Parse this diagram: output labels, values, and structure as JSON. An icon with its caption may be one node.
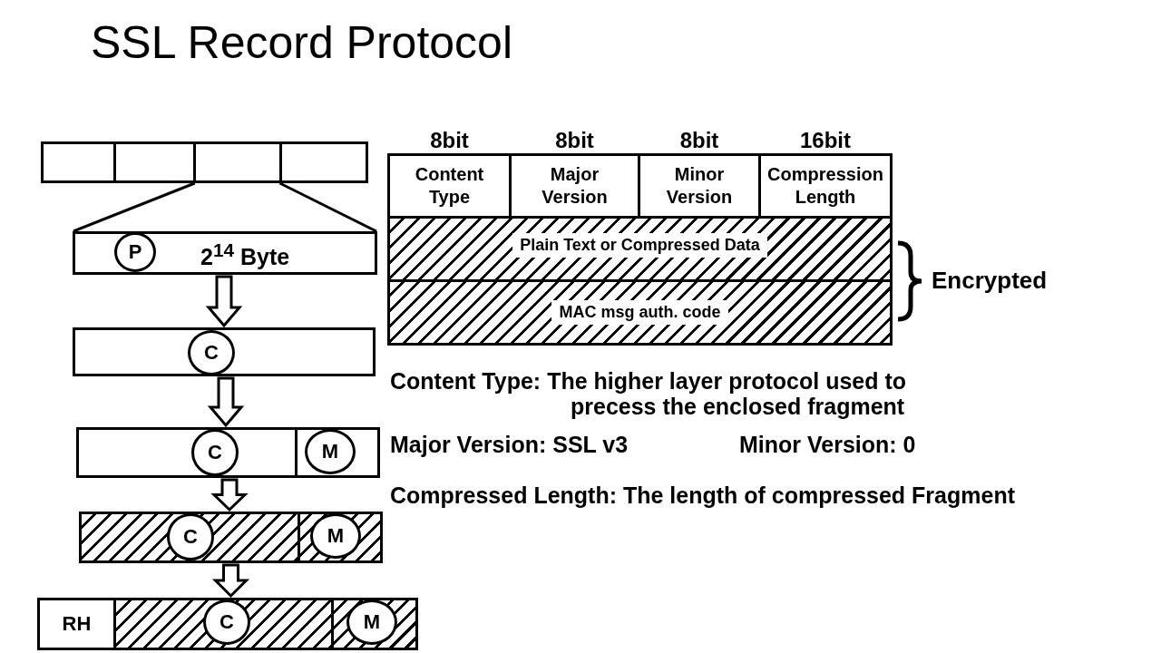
{
  "diagram": {
    "title": "SSL Record Protocol",
    "nodes": [
      {
        "text": [],
        "shape": "bar"
      },
      {
        "text": [
          "2$^{14}$ Byte"
        ]
      },
      {
        "text": [
          "P"
        ],
        "in": 1
      },
      {
        "text": [],
        "shape": "bar"
      },
      {
        "text": [
          "C"
        ],
        "in": 3
      },
      {
        "text": [],
        "shape": "bar"
      },
      {
        "text": [
          "C"
        ],
        "in": 5
      },
      {
        "text": [
          "M"
        ],
        "in": 5
      },
      {
        "text": [],
        "shape": "bar"
      },
      {
        "text": [
          "C"
        ],
        "in": 8
      },
      {
        "text": [
          "M"
        ],
        "in": 8
      },
      {
        "text": [],
        "shape": "bar"
      },
      {
        "text": [
          "RH"
        ],
        "in": 11
      },
      {
        "text": [
          "C"
        ],
        "in": 11
      },
      {
        "text": [
          "M"
        ],
        "in": 11
      },
      {
        "text": [],
        "shape": "box"
      },
      {
        "text": [
          "Content Type"
        ],
        "in": 15,
        "beside": [
          "8bit"
        ]
      },
      {
        "text": [
          "Major Version"
        ],
        "in": 15,
        "beside": [
          "8bit"
        ]
      },
      {
        "text": [
          "Minor Version"
        ],
        "in": 15,
        "beside": [
          "8bit"
        ]
      },
      {
        "text": [
          "Compression Length"
        ],
        "in": 15,
        "beside": [
          "16bit"
        ]
      },
      {
        "text": [
          "Plain Text or Compressed Data"
        ],
        "in": 15
      },
      {
        "text": [
          "MAC msg auth. code"
        ],
        "in": 15
      }
    ],
    "edges": [
      {
        "from": 0,
        "to": 1,
        "arrow": "none"
      },
      {
        "from": 1,
        "to": 3,
        "arrow": "to"
      },
      {
        "from": 3,
        "to": 5,
        "arrow": "to"
      },
      {
        "from": 5,
        "to": 8,
        "arrow": "to"
      },
      {
        "from": 8,
        "to": 11,
        "arrow": "to"
      }
    ],
    "labels": [
      "Encrypted",
      "Content Type:  The higher layer protocol used to precess the enclosed fragment",
      "Major Version: SSL v3",
      "Minor Version: 0",
      "Compressed Length: The length of compressed Fragment"
    ]
  }
}
